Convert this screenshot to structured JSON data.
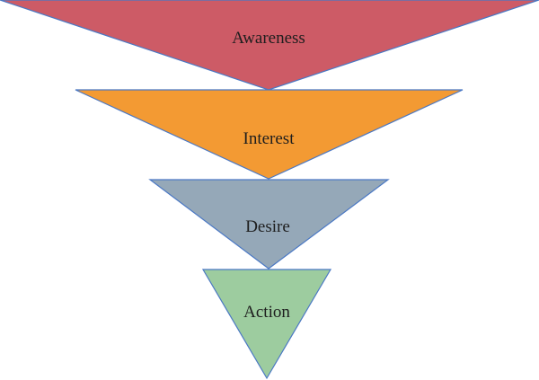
{
  "diagram": {
    "type": "funnel",
    "stroke_color": "#4a78c4",
    "stages": [
      {
        "label": "Awareness",
        "color": "#cd5b66"
      },
      {
        "label": "Interest",
        "color": "#f39a33"
      },
      {
        "label": "Desire",
        "color": "#95a8b8"
      },
      {
        "label": "Action",
        "color": "#9dcc9f"
      }
    ]
  }
}
